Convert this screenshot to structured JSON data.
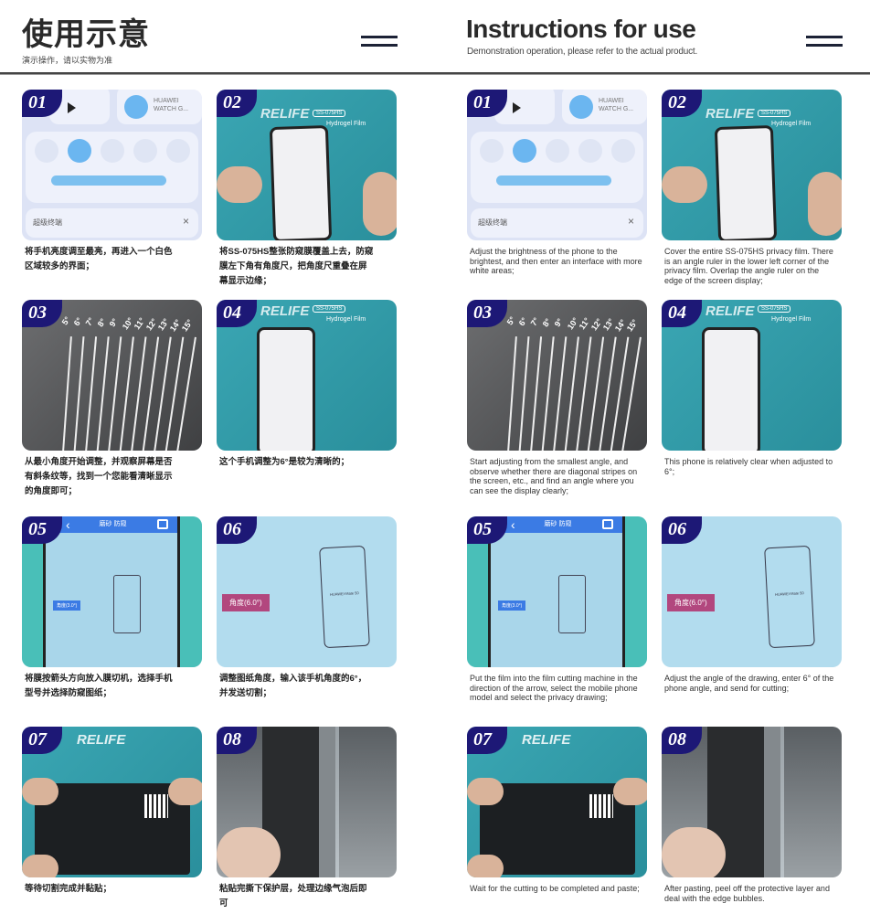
{
  "header": {
    "zh_title": "使用示意",
    "zh_subtitle": "演示操作，请以实物为准",
    "en_title": "Instructions for use",
    "en_subtitle": "Demonstration operation, please refer to the actual product."
  },
  "colors": {
    "badge": "#1d1876",
    "rule": "#444444"
  },
  "image_text": {
    "device_name": "HUAWEI WATCH G...",
    "super_device": "超级终端",
    "brand": "RELIFE",
    "film_model": "SS-075HS",
    "film_name": "Hydrogel Film",
    "angles": [
      "5°",
      "6°",
      "7°",
      "8°",
      "9°",
      "10°",
      "11°",
      "12°",
      "13°",
      "14°",
      "15°"
    ],
    "cutter_header": "磨砂 防窥",
    "angle_small": "角度(3.0°)",
    "angle_label": "角度(6.0°)",
    "phone_model": "HUAWEI-Mate 50"
  },
  "steps": [
    {
      "num": "01",
      "kind": "ui",
      "zh": "将手机亮度调至最亮，再进入一个白色区域较多的界面；",
      "en": "Adjust the brightness of the phone to the brightest, and then enter an interface with more white areas;"
    },
    {
      "num": "02",
      "kind": "teal-phone",
      "zh": "将SS-075HS整张防窥膜覆盖上去，防窥膜左下角有角度尺，把角度尺重叠在屏幕显示边缘；",
      "en": "Cover the entire SS-075HS privacy film. There is an angle ruler in the lower left corner of the privacy film. Overlap the angle ruler on the edge of the screen display;"
    },
    {
      "num": "03",
      "kind": "dark",
      "zh": "从最小角度开始调整，并观察屏幕是否有斜条纹等，找到一个您能看清晰显示的角度即可；",
      "en": "Start adjusting from the smallest angle, and observe whether there are diagonal stripes on the screen, etc., and find an angle where you can see the display clearly;"
    },
    {
      "num": "04",
      "kind": "teal-phone2",
      "zh": "这个手机调整为6°是较为清晰的；",
      "en": "This phone is relatively clear when adjusted to 6°;"
    },
    {
      "num": "05",
      "kind": "screen",
      "zh": "将膜按箭头方向放入膜切机，选择手机型号并选择防窥图纸；",
      "en": "Put the film into the film cutting machine in the direction of the arrow, select the mobile phone model and select the privacy drawing;"
    },
    {
      "num": "06",
      "kind": "blue",
      "zh": "调整图纸角度，输入该手机角度的6°，并发送切割；",
      "en": "Adjust the angle of the drawing, enter 6° of the phone angle, and send for cutting;"
    },
    {
      "num": "07",
      "kind": "teal-film",
      "zh": "等待切割完成并黏贴；",
      "en": "Wait for the cutting to be completed and paste;"
    },
    {
      "num": "08",
      "kind": "cut",
      "zh": "粘贴完撕下保护层，处理边缘气泡后即可",
      "en": "After pasting, peel off the protective layer and deal with the edge bubbles."
    }
  ]
}
